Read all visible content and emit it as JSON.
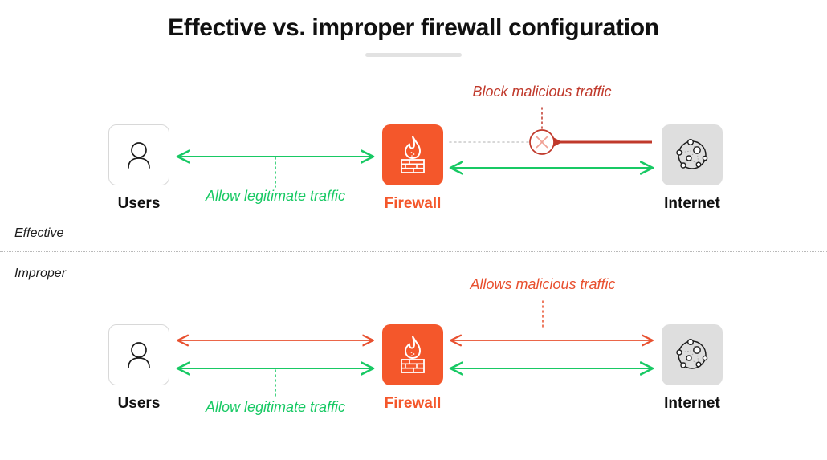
{
  "page": {
    "title": "Effective vs. improper firewall configuration",
    "background": "#ffffff"
  },
  "colors": {
    "orange": "#f4572b",
    "green": "#18c964",
    "dark_red": "#c0392b",
    "red": "#e8502f",
    "gray_node": "#dedede",
    "gray_rule": "#e2e2e2",
    "text": "#111111"
  },
  "sections": [
    {
      "id": "effective",
      "label": "Effective",
      "nodes": [
        {
          "id": "users",
          "label": "Users",
          "icon": "user-icon"
        },
        {
          "id": "firewall",
          "label": "Firewall",
          "icon": "firewall-flame-brick-icon"
        },
        {
          "id": "internet",
          "label": "Internet",
          "icon": "network-globe-icon"
        }
      ],
      "flows": [
        {
          "id": "allow-legitimate-left",
          "caption": "Allow legitimate traffic",
          "color": "#18c964",
          "direction": "bidirectional",
          "from": "users",
          "to": "firewall",
          "status": "allowed"
        },
        {
          "id": "allow-legitimate-right",
          "caption": "",
          "color": "#18c964",
          "direction": "bidirectional",
          "from": "firewall",
          "to": "internet",
          "status": "allowed"
        },
        {
          "id": "block-malicious",
          "caption": "Block malicious traffic",
          "color": "#c0392b",
          "direction": "internet-to-firewall",
          "from": "internet",
          "to": "firewall",
          "status": "blocked",
          "marker": "blocked-x-icon"
        }
      ]
    },
    {
      "id": "improper",
      "label": "Improper",
      "nodes": [
        {
          "id": "users",
          "label": "Users",
          "icon": "user-icon"
        },
        {
          "id": "firewall",
          "label": "Firewall",
          "icon": "firewall-flame-brick-icon"
        },
        {
          "id": "internet",
          "label": "Internet",
          "icon": "network-globe-icon"
        }
      ],
      "flows": [
        {
          "id": "allows-malicious",
          "caption": "Allows malicious traffic",
          "color": "#e8502f",
          "direction": "bidirectional",
          "from": "users",
          "to": "internet",
          "status": "allowed"
        },
        {
          "id": "allow-legitimate-bottom",
          "caption": "Allow legitimate traffic",
          "color": "#18c964",
          "direction": "bidirectional",
          "from": "users",
          "to": "internet",
          "status": "allowed"
        }
      ]
    }
  ],
  "captions": {
    "block_malicious": "Block malicious traffic",
    "allow_legitimate_top": "Allow legitimate traffic",
    "allows_malicious": "Allows malicious traffic",
    "allow_legitimate_bottom": "Allow legitimate traffic"
  },
  "labels": {
    "users": "Users",
    "firewall": "Firewall",
    "internet": "Internet",
    "effective": "Effective",
    "improper": "Improper"
  }
}
